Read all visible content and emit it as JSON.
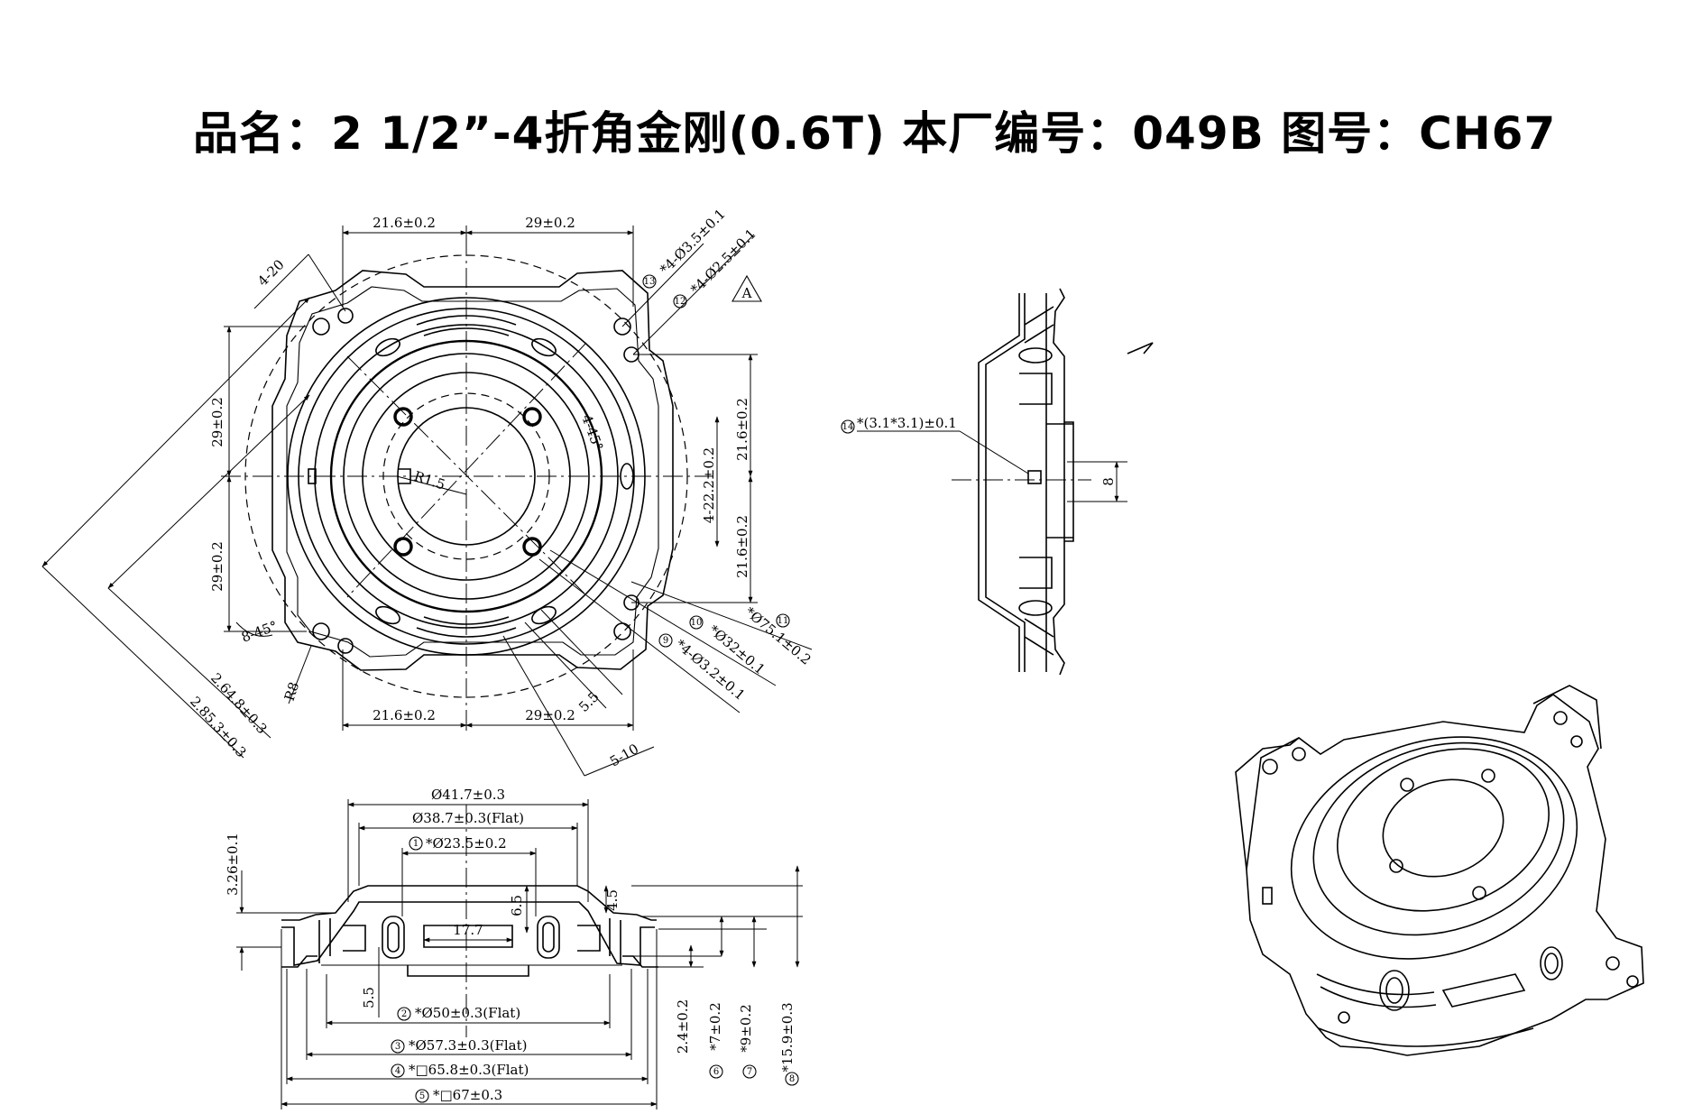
{
  "title": "品名：2 1/2”-4折角金刚(0.6T) 本厂编号：049B 图号：CH67",
  "top_view": {
    "dims": {
      "d_21_6_top": "21.6±0.2",
      "d_29_top": "29±0.2",
      "d_4_20": "4-20",
      "d_13": "*4-Ø3.5±0.1",
      "d_12": "*4-Ø2.5±0.1",
      "datum": "A",
      "d_29_left_upper": "29±0.2",
      "d_29_left_lower": "29±0.2",
      "d_21_6_right_upper": "21.6±0.2",
      "d_21_6_right_lower": "21.6±0.2",
      "d_4_22_2": "4-22.2±0.2",
      "d_4_45": "4-45°",
      "d_r1_5": "R1.5",
      "d_8_45": "8-45°",
      "d_r8": "R8",
      "d_64_8": "2.64.8±0.3",
      "d_85_3": "2.85.3±0.3",
      "d_21_6_bottom": "21.6±0.2",
      "d_29_bottom": "29±0.2",
      "d_5_5": "5.5",
      "d_5_10": "5-10",
      "d_11": "*Ø75.1±0.2",
      "d_10": "*Ø32±0.1",
      "d_9": "*4-Ø3.2±0.1"
    }
  },
  "side_view": {
    "dims": {
      "d_14": "*(3.1*3.1)±0.1",
      "d_8": "8"
    }
  },
  "section_view": {
    "dims": {
      "d_41_7": "Ø41.7±0.3",
      "d_38_7": "Ø38.7±0.3(Flat)",
      "d_1": "*Ø23.5±0.2",
      "d_3_26": "3.26±0.1",
      "d_6_5": "6.5",
      "d_4_5": "4.5",
      "d_17_7": "17.7",
      "d_5_5": "5.5",
      "d_2": "*Ø50±0.3(Flat)",
      "d_3": "*Ø57.3±0.3(Flat)",
      "d_4": "*□65.8±0.3(Flat)",
      "d_5": "*□67±0.3",
      "d_2_4": "2.4±0.2",
      "d_7": "*7±0.2",
      "d_9": "*9±0.2",
      "d_15_9": "*15.9±0.3"
    }
  },
  "callouts": {
    "c1": "1",
    "c2": "2",
    "c3": "3",
    "c4": "4",
    "c5": "5",
    "c6": "6",
    "c7": "7",
    "c8": "8",
    "c9": "9",
    "c10": "10",
    "c11": "11",
    "c12": "12",
    "c13": "13",
    "c14": "14"
  }
}
